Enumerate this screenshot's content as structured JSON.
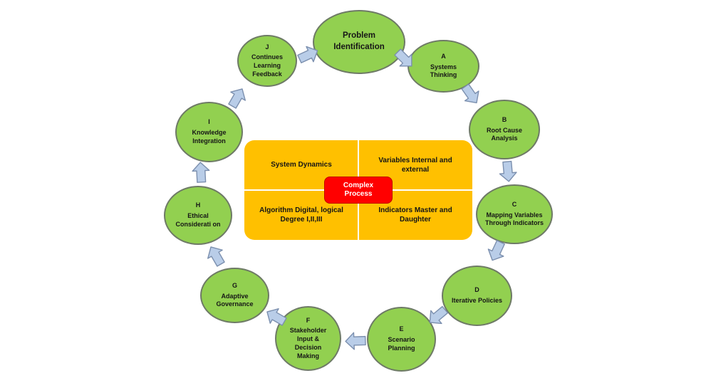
{
  "diagram": {
    "nodes": [
      {
        "letter": "",
        "label": "Problem Identification"
      },
      {
        "letter": "A",
        "label": "Systems Thinking"
      },
      {
        "letter": "B",
        "label": "Root Cause Analysis"
      },
      {
        "letter": "C",
        "label": "Mapping Variables Through Indicators"
      },
      {
        "letter": "D",
        "label": "Iterative Policies"
      },
      {
        "letter": "E",
        "label": "Scenario Planning"
      },
      {
        "letter": "F",
        "label": "Stakeholder Input & Decision Making"
      },
      {
        "letter": "G",
        "label": "Adaptive Governance"
      },
      {
        "letter": "H",
        "label": "Ethical Considerati on"
      },
      {
        "letter": "I",
        "label": "Knowledge Integration"
      },
      {
        "letter": "J",
        "label": "Continues Learning Feedback"
      }
    ],
    "center": {
      "quadrant_top_left": "System Dynamics",
      "quadrant_top_right": "Variables Internal and external",
      "quadrant_bottom_left": "Algorithm Digital, logical Degree I,II,III",
      "quadrant_bottom_right": "Indicators Master and Daughter",
      "core": "Complex Process"
    },
    "colors": {
      "node_fill": "#92D050",
      "node_border": "#6e7a66",
      "panel_fill": "#FFC000",
      "core_fill": "#FF0000",
      "core_text": "#FFFFFF",
      "arrow_fill": "#B9CDE8",
      "arrow_border": "#7b8fae",
      "text": "#161616"
    }
  }
}
